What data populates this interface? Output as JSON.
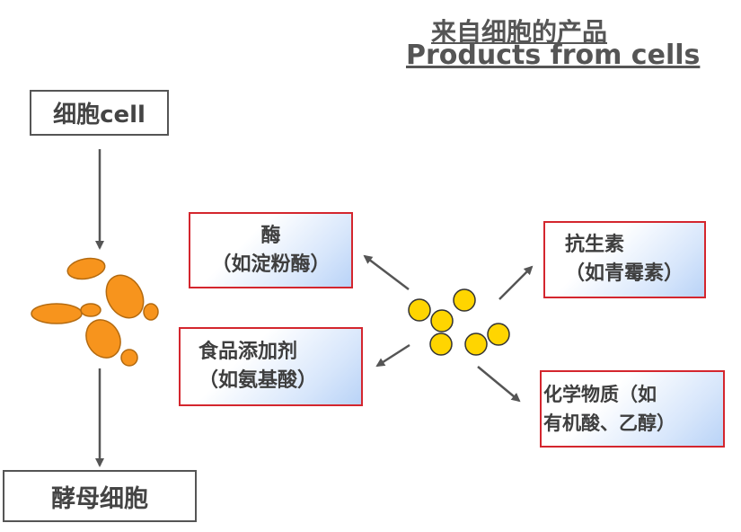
{
  "title": {
    "chinese": "来自细胞的产品",
    "english": "Products from cells"
  },
  "cell_label": "细胞cell",
  "yeast_label": "酵母细胞",
  "products": {
    "enzyme": {
      "line1": "酶",
      "line2": "（如淀粉酶）"
    },
    "food_additive": {
      "line1": "食品添加剂",
      "line2": "（如氨基酸）"
    },
    "antibiotic": {
      "line1": "抗生素",
      "line2": "（如青霉素）"
    },
    "chemical": {
      "line1": "化学物质（如",
      "line2": "有机酸、乙醇）"
    }
  },
  "colors": {
    "cell_orange": "#f7941d",
    "product_yellow": "#ffd500",
    "box_border": "#d4262e",
    "arrow": "#555555"
  }
}
